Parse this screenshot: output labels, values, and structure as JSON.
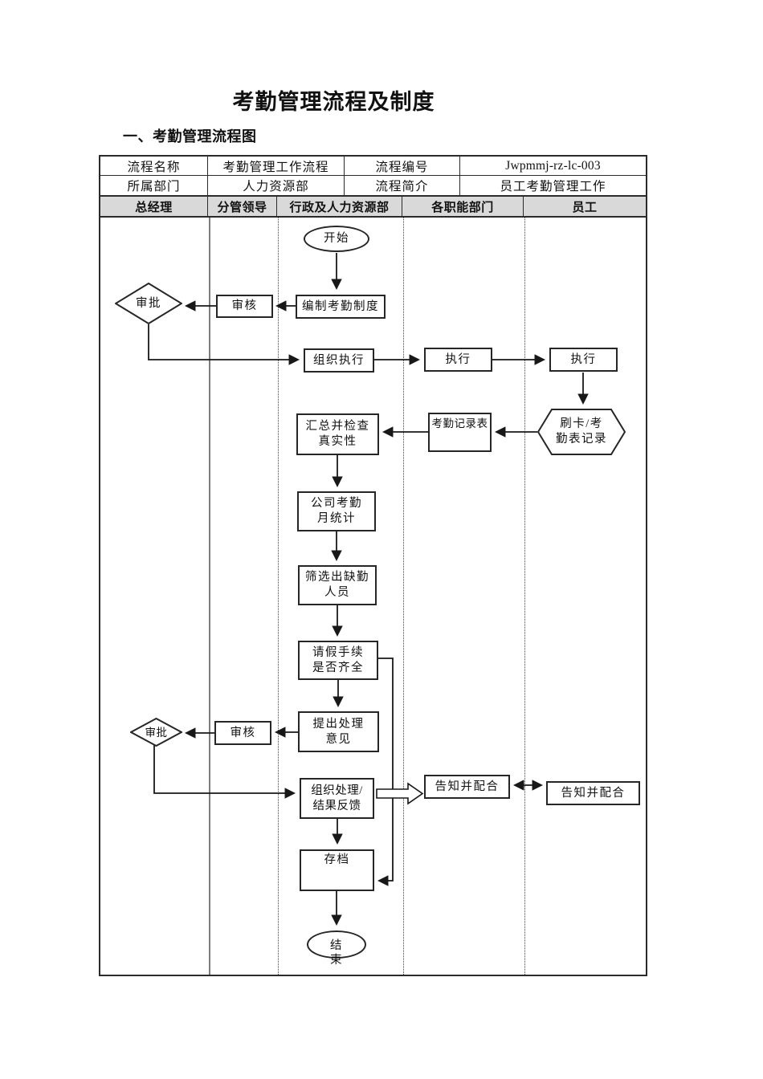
{
  "document": {
    "title": "考勤管理流程及制度",
    "section_heading": "一、考勤管理流程图"
  },
  "info_table": {
    "row1": {
      "label_left": "流程名称",
      "value_left": "考勤管理工作流程",
      "label_right": "流程编号",
      "value_right": "Jwpmmj-rz-lc-003"
    },
    "row2": {
      "label_left": "所属部门",
      "value_left": "人力资源部",
      "label_right": "流程简介",
      "value_right": "员工考勤管理工作"
    }
  },
  "swimlanes": {
    "headers": [
      "总经理",
      "分管领导",
      "行政及人力资源部",
      "各职能部门",
      "员工"
    ]
  },
  "flowchart": {
    "nodes": {
      "start": "开始",
      "draft_policy": "编制考勤制度",
      "review1": "审核",
      "approve1": "审批",
      "organize_execute": "组织执行",
      "execute_dept": "执行",
      "execute_employee": "执行",
      "swipe_record": "刷卡/考\n勤表记录",
      "attendance_record": "考勤记录表",
      "summarize_check": "汇总并检查\n真实性",
      "monthly_stats": "公司考勤\n月统计",
      "filter_absent": "筛选出缺勤\n人员",
      "leave_check": "请假手续\n是否齐全",
      "propose_opinion": "提出处理\n意见",
      "review2": "审核",
      "approve2": "审批",
      "handle_feedback": "组织处理/\n结果反馈",
      "notify_dept": "告知并配合",
      "notify_employee": "告知并配合",
      "archive": "存档",
      "end": "结\n束"
    }
  },
  "colors": {
    "header_background": "#d9d9d9",
    "line": "#262626",
    "solid_lane_divider": "#7d7d7d",
    "page_background": "#ffffff"
  }
}
